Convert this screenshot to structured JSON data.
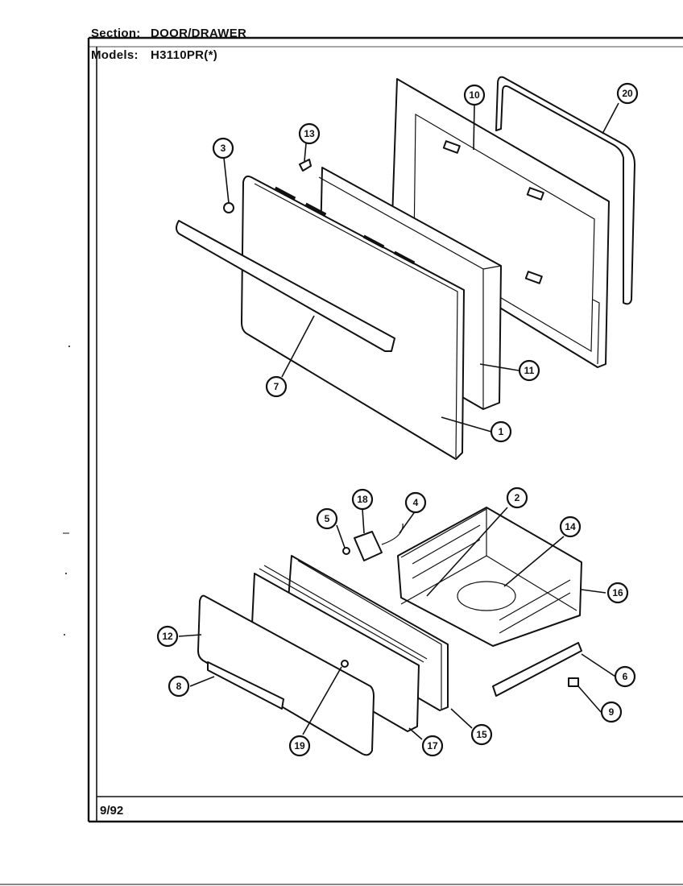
{
  "header": {
    "section_label": "Section:",
    "section_value": "DOOR/DRAWER",
    "models_label": "Models:",
    "models_value": "H3110PR(*)"
  },
  "footer": {
    "date": "9/92"
  },
  "callouts": [
    "1",
    "2",
    "3",
    "4",
    "5",
    "6",
    "7",
    "8",
    "9",
    "10",
    "11",
    "12",
    "13",
    "14",
    "15",
    "16",
    "17",
    "18",
    "19",
    "20"
  ]
}
